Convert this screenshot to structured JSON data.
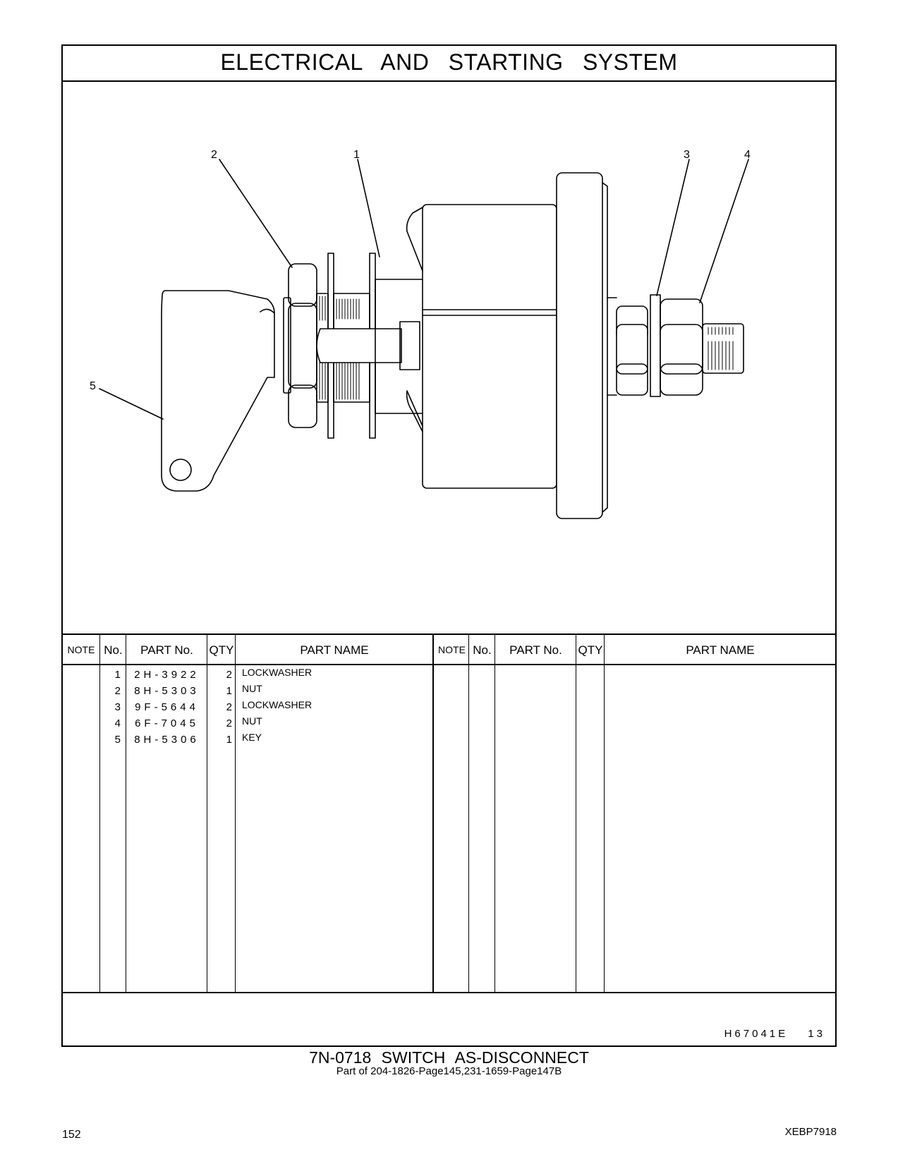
{
  "header": {
    "title": "ELECTRICAL   AND   STARTING   SYSTEM"
  },
  "diagram": {
    "callouts": [
      "2",
      "1",
      "3",
      "4",
      "5"
    ]
  },
  "table": {
    "headers": {
      "note": "NOTE",
      "no": "No.",
      "part_no": "PART No.",
      "qty": "QTY",
      "part_name": "PART NAME"
    },
    "rows": [
      {
        "no": "1",
        "part_no": "2H-3922",
        "qty": "2",
        "part_name": "LOCKWASHER"
      },
      {
        "no": "2",
        "part_no": "8H-5303",
        "qty": "1",
        "part_name": "NUT"
      },
      {
        "no": "3",
        "part_no": "9F-5644",
        "qty": "2",
        "part_name": "LOCKWASHER"
      },
      {
        "no": "4",
        "part_no": "6F-7045",
        "qty": "2",
        "part_name": "NUT"
      },
      {
        "no": "5",
        "part_no": "8H-5306",
        "qty": "1",
        "part_name": "KEY"
      }
    ]
  },
  "footer_ref": "H67041E   13",
  "caption": {
    "title": "7N-0718  SWITCH  AS-DISCONNECT",
    "subtitle": "Part of 204-1826-Page145,231-1659-Page147B"
  },
  "page_number": "152",
  "doc_code": "XEBP7918"
}
